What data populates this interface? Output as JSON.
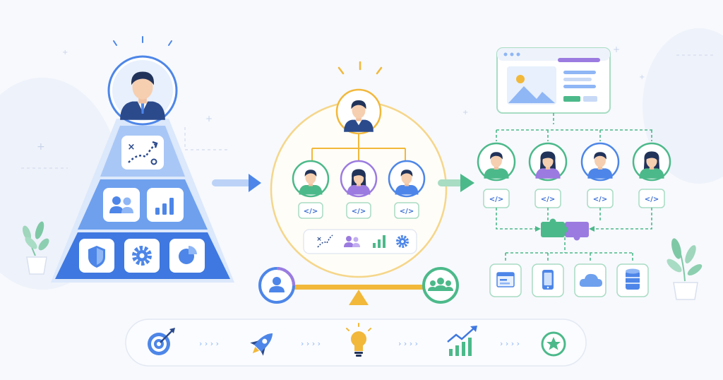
{
  "colors": {
    "background": "#f7f9fd",
    "primary_blue": "#4d86e8",
    "light_blue": "#8fb6f5",
    "pale_blue": "#dce8fb",
    "green": "#4cb98a",
    "purple": "#9b7be0",
    "gold": "#f2b83a",
    "skin": "#f6cfb0",
    "hair": "#22335a",
    "suit": "#2b4a8c",
    "code_text": "#3d6fd6",
    "plant": "#7fc8a6"
  },
  "diagram": {
    "panels": [
      "leadership-pyramid",
      "balanced-team",
      "distributed-team"
    ],
    "pyramid_tier_icons": [
      [
        "strategy-icon"
      ],
      [
        "people-icon",
        "bar-chart-icon"
      ],
      [
        "shield-icon",
        "gear-icon",
        "pie-chart-icon"
      ]
    ],
    "team_members": [
      "leader",
      "member-green",
      "member-purple",
      "member-blue"
    ],
    "team_code_tag": "</>",
    "team_tool_icons": [
      "strategy-icon",
      "people-icon",
      "bar-chart-icon",
      "gear-icon"
    ],
    "balance_ends": [
      "individual-icon",
      "group-icon"
    ],
    "distributed_members": [
      "member-green",
      "member-purple",
      "member-blue",
      "member-teal"
    ],
    "distributed_code_tag": "</>",
    "services": [
      "browser-window-icon",
      "mobile-phone-icon",
      "cloud-icon",
      "database-icon"
    ],
    "progress_steps": [
      "target-icon",
      "rocket-icon",
      "lightbulb-icon",
      "growth-chart-icon",
      "star-badge-icon"
    ],
    "progress_connector": "› › › ›"
  }
}
